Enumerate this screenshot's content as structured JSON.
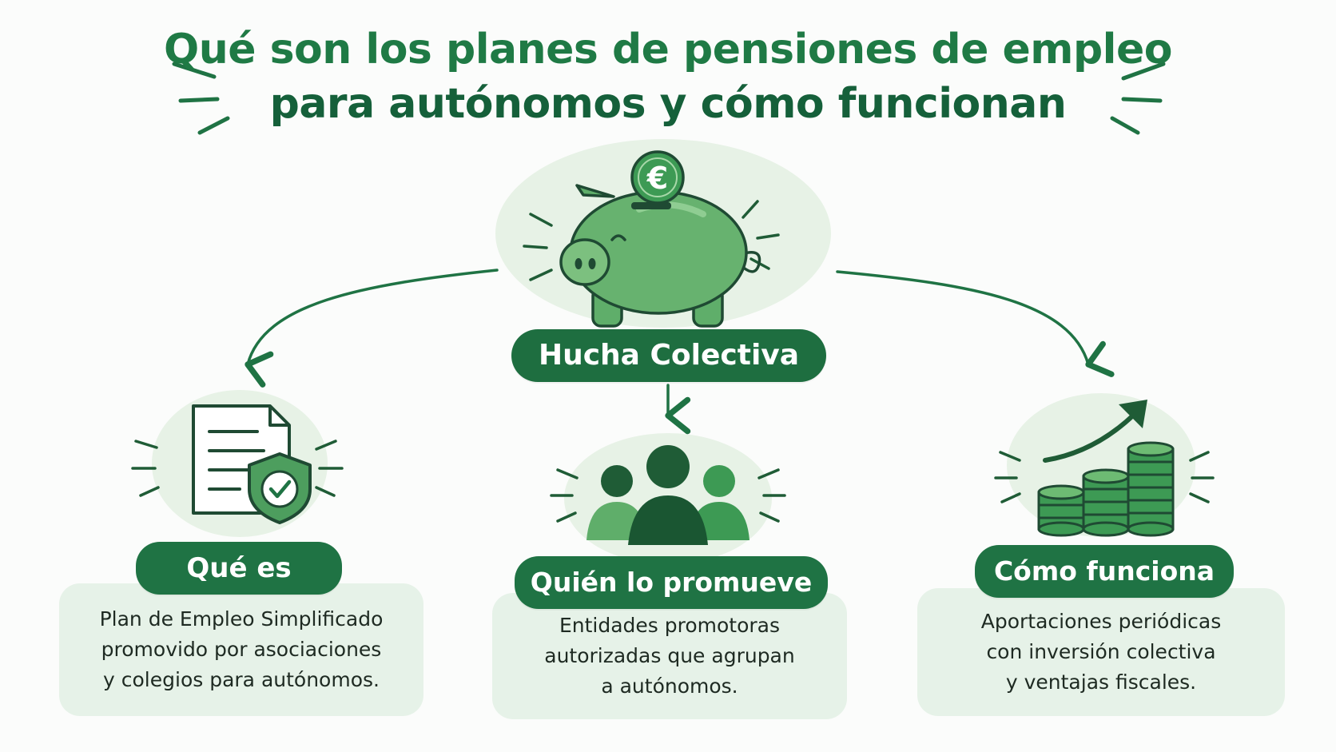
{
  "title": {
    "line1": "Qué son los planes de pensiones de empleo",
    "line2": "para autónomos y cómo funcionan"
  },
  "center": {
    "label": "Hucha Colectiva",
    "coin_symbol": "€"
  },
  "sections": [
    {
      "label": "Qué es",
      "icon": "document-shield-icon",
      "text_lines": [
        "Plan de Empleo Simplificado",
        "promovido por asociaciones",
        "y colegios para autónomos."
      ]
    },
    {
      "label": "Quién lo promueve",
      "icon": "people-group-icon",
      "text_lines": [
        "Entidades promotoras",
        "autorizadas que agrupan",
        "a autónomos."
      ]
    },
    {
      "label": "Cómo funciona",
      "icon": "coins-growth-icon",
      "text_lines": [
        "Aportaciones periódicas",
        "con inversión colectiva",
        "y ventajas fiscales."
      ]
    }
  ],
  "colors": {
    "primary": "#1f7344",
    "accent": "#5fae6a",
    "light": "#e6f2e8",
    "title": "#1d6b3f"
  }
}
